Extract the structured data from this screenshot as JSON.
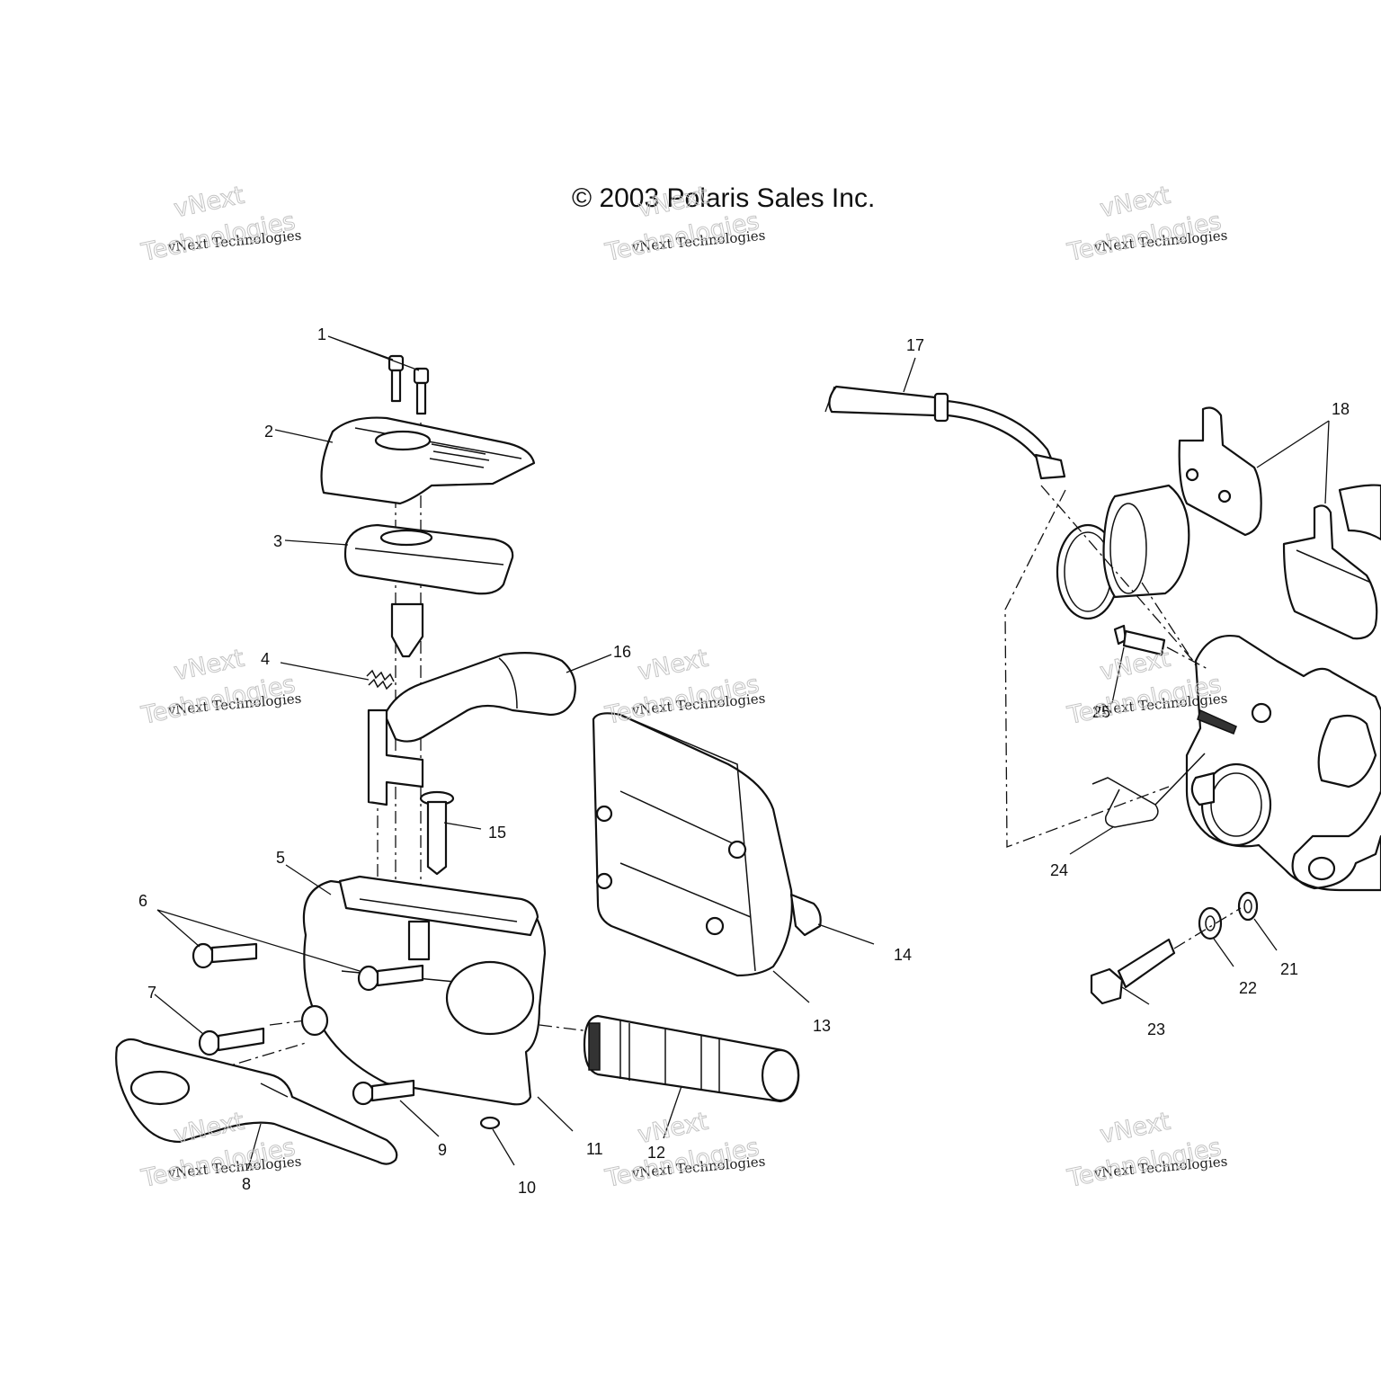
{
  "copyright": "© 2003 Polaris Sales Inc.",
  "watermark": {
    "brand": "vNext",
    "line": "vNext Technologies",
    "outline": "Technologies"
  },
  "callouts": [
    "1",
    "2",
    "3",
    "4",
    "5",
    "6",
    "7",
    "8",
    "9",
    "10",
    "11",
    "12",
    "13",
    "14",
    "15",
    "16",
    "17",
    "18",
    "21",
    "22",
    "23",
    "24",
    "25"
  ]
}
